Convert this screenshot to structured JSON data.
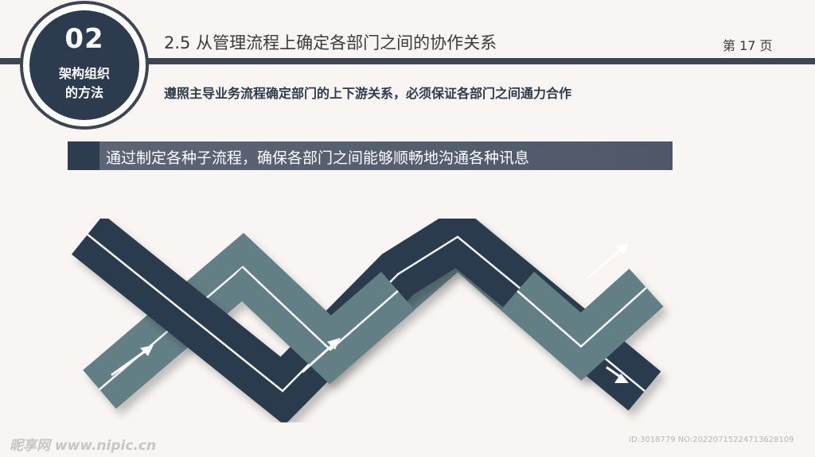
{
  "badge": {
    "number": "02",
    "line1": "架构组织",
    "line2": "的方法"
  },
  "header": {
    "title": "2.5 从管理流程上确定各部门之间的协作关系",
    "page": "第 17 页"
  },
  "subtitle": "遵照主导业务流程确定部门的上下游关系，必须保证各部门之间通力合作",
  "banner": {
    "text": "通过制定各种子流程，确保各部门之间能够顺畅地沟通各种讯息"
  },
  "colors": {
    "dark": "#2c3b4d",
    "teal": "#627f85",
    "bar": "#3d4652",
    "background": "#f8f5f2"
  },
  "watermark": {
    "left": "昵享网 www.nipic.cn",
    "right": "ID:3018779 NO:20220715224713628109"
  }
}
